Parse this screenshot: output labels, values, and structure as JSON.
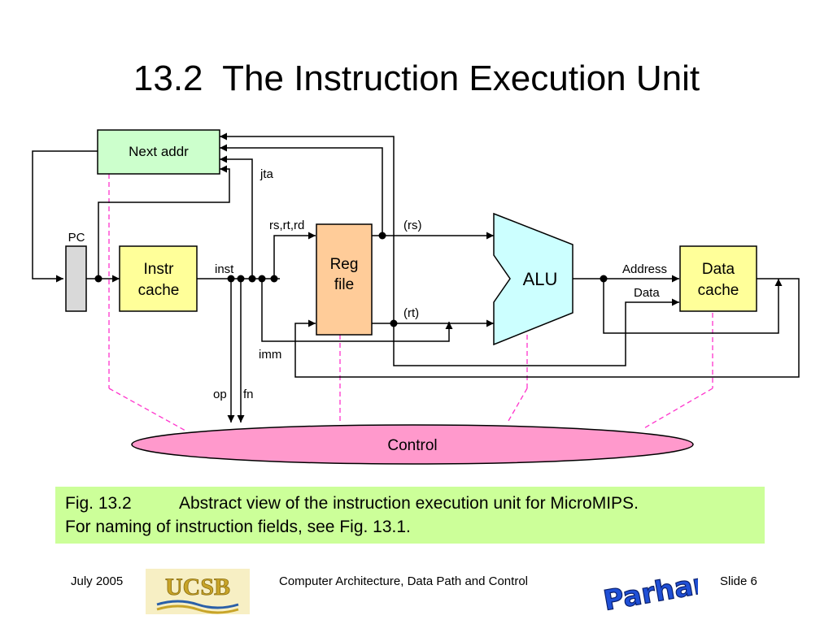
{
  "slide": {
    "title": "13.2  The Instruction Execution Unit"
  },
  "diagram": {
    "blocks": {
      "next_addr": "Next addr",
      "pc": "PC",
      "instr_cache_line1": "Instr",
      "instr_cache_line2": "cache",
      "reg_file_line1": "Reg",
      "reg_file_line2": "file",
      "alu": "ALU",
      "data_cache_line1": "Data",
      "data_cache_line2": "cache",
      "control": "Control"
    },
    "labels": {
      "jta": "jta",
      "rs_rt_rd": "rs,rt,rd",
      "rs": "(rs)",
      "rt": "(rt)",
      "inst": "inst",
      "imm": "imm",
      "op": "op",
      "fn": "fn",
      "address": "Address",
      "data": "Data"
    },
    "colors": {
      "next_addr_fill": "#ccffcc",
      "pc_fill": "#d9d9d9",
      "cache_fill": "#ffff99",
      "reg_file_fill": "#ffcc99",
      "alu_fill": "#ccffff",
      "control_fill": "#ff99cc",
      "control_link": "#ff33cc"
    }
  },
  "caption": {
    "fig_label": "Fig. 13.2",
    "line1": "Abstract view of the instruction execution unit for MicroMIPS.",
    "line2": "For naming of instruction fields, see Fig. 13.1."
  },
  "footer": {
    "date": "July 2005",
    "ucsb_logo": "UCSB",
    "course": "Computer Architecture, Data Path and Control",
    "author_logo": "B. Parhami",
    "slide_number": "Slide 6"
  }
}
